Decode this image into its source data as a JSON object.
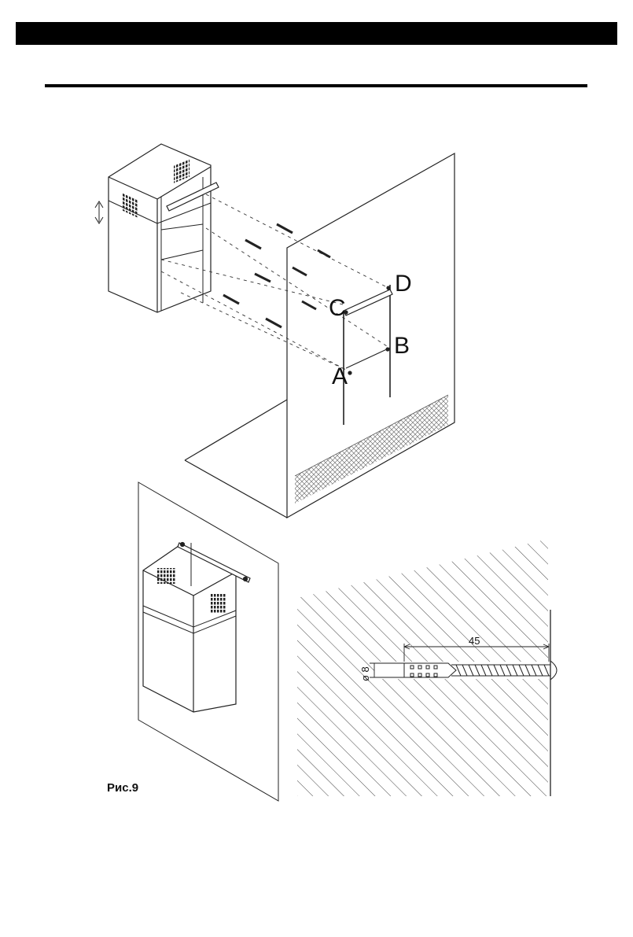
{
  "figure": {
    "point_labels": [
      "A",
      "B",
      "C",
      "D"
    ],
    "dimension_length": "45",
    "dimension_diameter": "ø 8",
    "caption": "Рис.9"
  }
}
